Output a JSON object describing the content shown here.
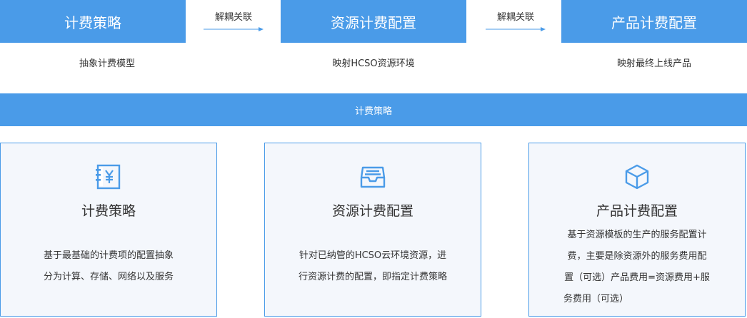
{
  "stages": [
    {
      "title": "计费策略",
      "desc": "抽象计费模型"
    },
    {
      "title": "资源计费配置",
      "desc": "映射HCSO资源环境"
    },
    {
      "title": "产品计费配置",
      "desc": "映射最终上线产品"
    }
  ],
  "links": [
    {
      "label": "解耦关联"
    },
    {
      "label": "解耦关联"
    }
  ],
  "banner": {
    "label": "计费策略"
  },
  "cards": [
    {
      "icon": "yen-ledger-icon",
      "title": "计费策略",
      "lines": [
        "基于最基础的计费项的配置抽象",
        "分为计算、存储、网络以及服务"
      ]
    },
    {
      "icon": "inbox-tray-icon",
      "title": "资源计费配置",
      "lines": [
        "针对已纳管的HCSO云环境资源，进",
        "行资源计费的配置，即指定计费策略"
      ]
    },
    {
      "icon": "cube-icon",
      "title": "产品计费配置",
      "lines": [
        "基于资源模板的生产的服务配置计",
        "费，主要是除资源外的服务费用配",
        "置（可选）产品费用=资源费用+服",
        "务费用（可选）"
      ]
    }
  ],
  "colors": {
    "accent": "#4a9be8",
    "card_bg": "#f4f7fc",
    "text": "#333333"
  }
}
